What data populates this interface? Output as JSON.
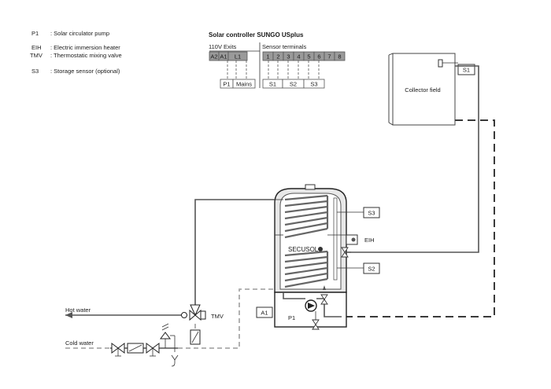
{
  "legend": {
    "items": [
      {
        "code": "P1",
        "desc": ": Solar circulator pump"
      },
      {
        "code": "EIH",
        "desc": ": Electric immersion heater"
      },
      {
        "code": "TMV",
        "desc": ": Thermostatic mixing valve"
      },
      {
        "code": "S3",
        "desc": ": Storage sensor (optional)"
      }
    ]
  },
  "controller": {
    "title": "Solar controller SUNGO USplus",
    "exits_label": "110V Exits",
    "sensor_label": "Sensor terminals",
    "exit_terminals": [
      "A2",
      "A1",
      "L1"
    ],
    "sensor_terminals": [
      "1",
      "2",
      "3",
      "4",
      "5",
      "6",
      "7",
      "8"
    ],
    "exit_connections": [
      "P1",
      "Mains"
    ],
    "sensor_connections": [
      "S1",
      "S2",
      "S3"
    ]
  },
  "collector": {
    "label": "Collector field",
    "sensor": "S1"
  },
  "tank": {
    "brand": "SECUSOL",
    "sensor_top": "S3",
    "sensor_bottom": "S2",
    "heater": "EIH"
  },
  "pump": {
    "label": "P1",
    "output_tag": "A1"
  },
  "valves": {
    "mixing": "TMV"
  },
  "pipes": {
    "hot": "Hot water",
    "cold": "Cold water"
  }
}
